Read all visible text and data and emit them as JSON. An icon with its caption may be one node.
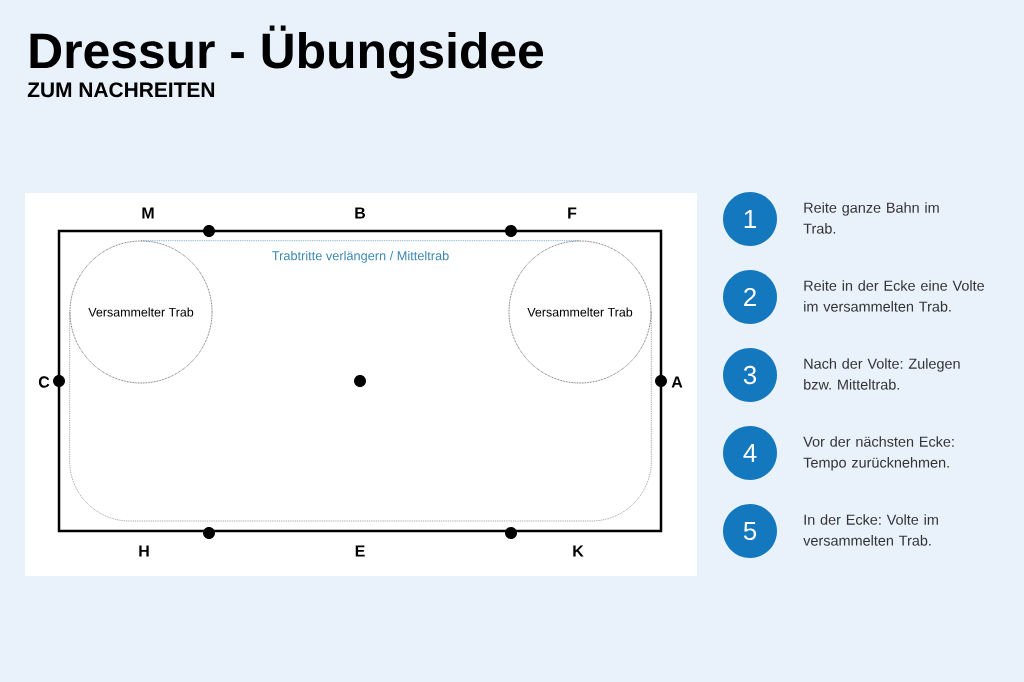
{
  "diagram": {
    "title": "Dressur - Übungsidee",
    "nodes": [
      {
        "text": [
          "Versammelter Trab"
        ]
      },
      {
        "text": [
          "Versammelter Trab"
        ]
      },
      {
        "text": [
          "1"
        ],
        "beside": [
          "Reite ganze Bahn im Trab."
        ]
      },
      {
        "text": [
          "2"
        ],
        "beside": [
          "Reite in der Ecke eine Volte im versammelten Trab."
        ]
      },
      {
        "text": [
          "3"
        ],
        "beside": [
          "Nach der Volte: Zulegen bzw. Mitteltrab."
        ]
      },
      {
        "text": [
          "4"
        ],
        "beside": [
          "Vor der nächsten Ecke: Tempo zurücknehmen."
        ]
      },
      {
        "text": [
          "5"
        ],
        "beside": [
          "In der Ecke: Volte im versammelten Trab."
        ]
      }
    ],
    "edges": [
      {
        "from": 0,
        "to": 1,
        "arrow": "none",
        "label": "Trabtritte verlängern / Mitteltrab",
        "style": "dashed",
        "color": "#3a86b5"
      },
      {
        "from": 0,
        "to": 1,
        "arrow": "none",
        "style": "dashed"
      }
    ],
    "labels": [
      "ZUM NACHREITEN",
      "M",
      "B",
      "F",
      "C",
      "A",
      "H",
      "E",
      "K"
    ]
  }
}
